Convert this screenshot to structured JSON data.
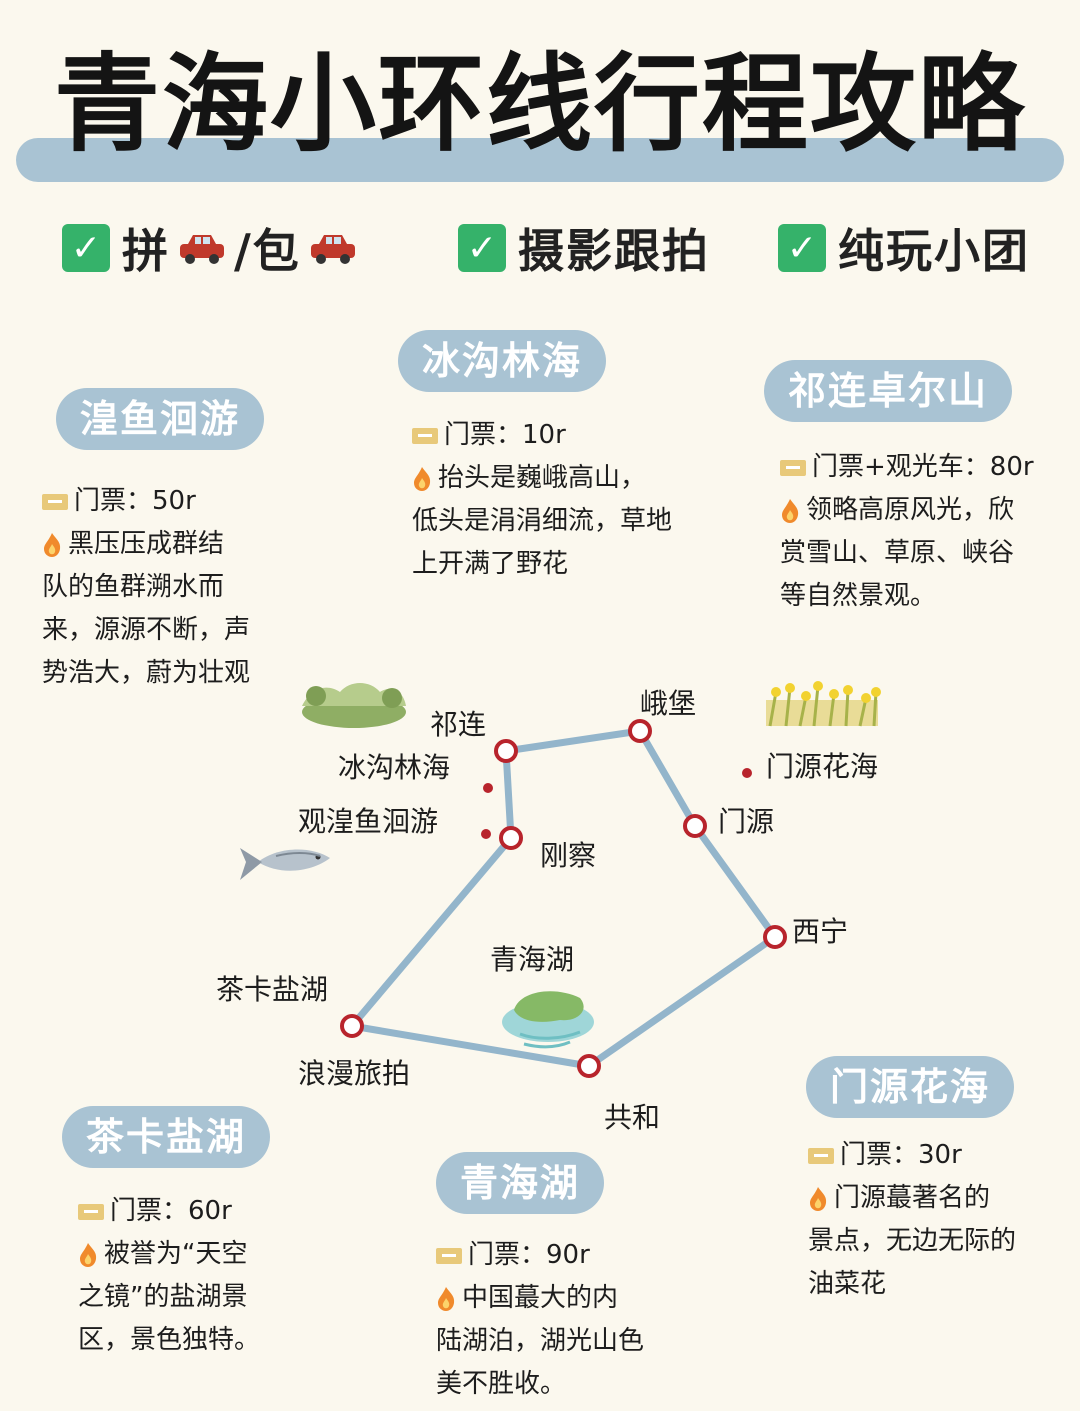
{
  "title": "青海小环线行程攻略",
  "features": [
    {
      "pre": "拼",
      "mid": "/包"
    },
    {
      "label": "摄影跟拍"
    },
    {
      "label": "纯玩小团"
    }
  ],
  "spots": {
    "huangyu": {
      "name": "湟鱼洄游",
      "ticket": "门票：50r",
      "desc": [
        "黑压压成群结",
        "队的鱼群溯水而",
        "来，源源不断，声",
        "势浩大，蔚为壮观"
      ]
    },
    "binggou": {
      "name": "冰沟林海",
      "ticket": "门票：10r",
      "desc": [
        "抬头是巍峨高山，",
        "低头是涓涓细流，草地",
        "上开满了野花"
      ]
    },
    "qilian": {
      "name": "祁连卓尔山",
      "ticket": "门票+观光车：80r",
      "desc": [
        "领略高原风光，欣",
        "赏雪山、草原、峡谷",
        "等自然景观。"
      ]
    },
    "chaka": {
      "name": "茶卡盐湖",
      "ticket": "门票：60r",
      "desc": [
        "被誉为“天空",
        "之镜”的盐湖景",
        "区，景色独特。"
      ]
    },
    "qinghaihu": {
      "name": "青海湖",
      "ticket": "门票：90r",
      "desc": [
        "中国蕞大的内",
        "陆湖泊，湖光山色",
        "美不胜收。"
      ]
    },
    "menyuan": {
      "name": "门源花海",
      "ticket": "门票：30r",
      "desc": [
        "门源蕞著名的",
        "景点，无边无际的",
        "油菜花"
      ]
    }
  },
  "map": {
    "qilian": "祁连",
    "ebao": "峨堡",
    "binggou": "冰沟林海",
    "huangyu": "观湟鱼洄游",
    "gangcha": "刚察",
    "menyuan_flower": "门源花海",
    "menyuan": "门源",
    "xining": "西宁",
    "lake": "青海湖",
    "chaka": "茶卡盐湖",
    "photo": "浪漫旅拍",
    "gonghe": "共和"
  },
  "colors": {
    "accent": "#a9c3d3",
    "check": "#35b26a",
    "route": "#93b5cb",
    "node": "#b8242c"
  }
}
